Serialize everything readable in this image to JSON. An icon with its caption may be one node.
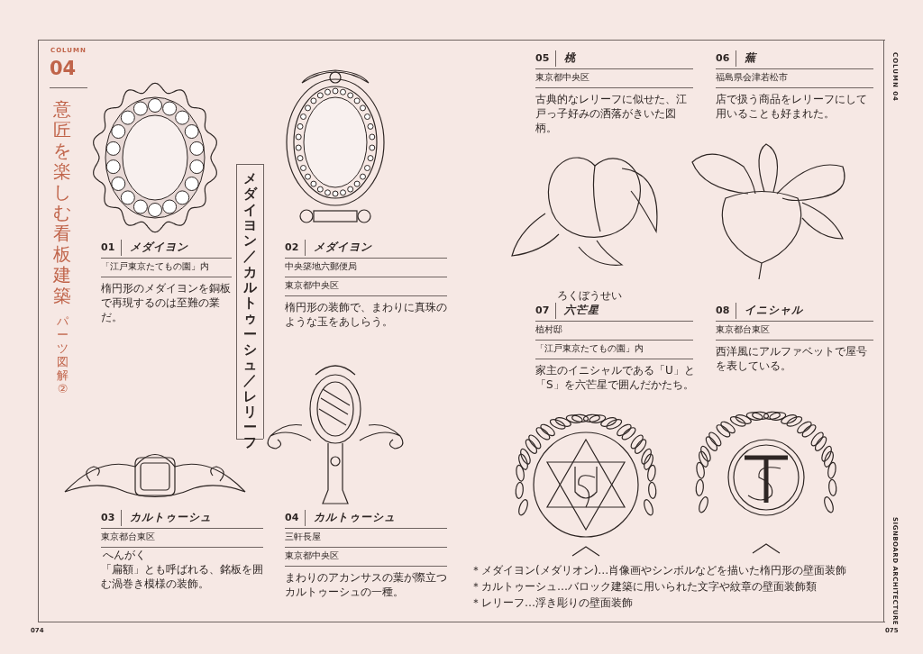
{
  "diagram": {
    "title": "意匠を楽しむ看板建築",
    "labels": [
      "COLUMN",
      "04",
      "パーツ図解②",
      "メダイヨン／カルトゥーシュ／レリーフ",
      "01",
      "メダイヨン",
      "「江戸東京たてもの園」内",
      "楕円形のメダイヨンを銅板で再現するのは至難の業だ。",
      "02",
      "メダイヨン",
      "中央築地六郵便局",
      "東京都中央区",
      "楕円形の装飾で、まわりに真珠のような玉をあしらう。",
      "03",
      "カルトゥーシュ",
      "東京都台東区",
      "へんがく",
      "「扁額」とも呼ばれる、銘板を囲む渦巻き模様の装飾。",
      "04",
      "カルトゥーシュ",
      "三軒長屋",
      "東京都中央区",
      "まわりのアカンサスの葉が際立つカルトゥーシュの一種。",
      "05",
      "桃",
      "東京都中央区",
      "古典的なレリーフに似せた、江戸っ子好みの洒落がきいた図柄。",
      "06",
      "蕪",
      "福島県会津若松市",
      "店で扱う商品をレリーフにして用いることも好まれた。",
      "07",
      "ろくぼうせい",
      "六芒星",
      "植村邸",
      "「江戸東京たてもの園」内",
      "家主のイニシャルである「U」と「S」を六芒星で囲んだかたち。",
      "08",
      "イニシャル",
      "東京都台東区",
      "西洋風にアルファベットで屋号を表している。",
      "＊メダイヨン(メダリオン)…肖像画やシンボルなどを描いた楕円形の壁面装飾",
      "＊カルトゥーシュ…バロック建築に用いられた文字や紋章の壁面装飾類",
      "＊レリーフ…浮き彫りの壁面装飾",
      "COLUMN 04",
      "SIGNBOARD ARCHITECTURE",
      "074",
      "075"
    ]
  }
}
